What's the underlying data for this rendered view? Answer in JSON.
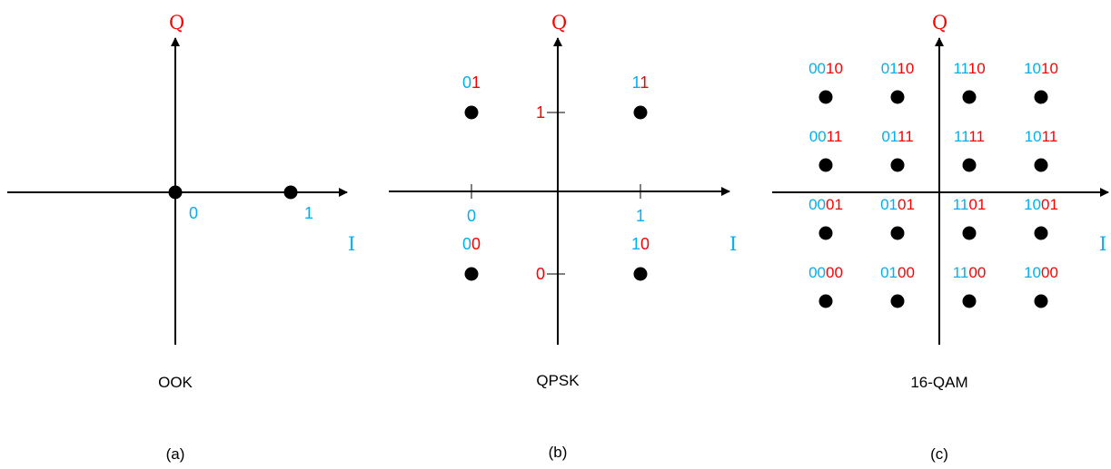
{
  "colors": {
    "axis": "#000000",
    "point": "#000000",
    "axis_label": "#ff0000",
    "bit_first": "#00b0f0",
    "bit_second": "#ff0000",
    "caption": "#000000"
  },
  "panels": [
    {
      "id": "a",
      "title": "OOK",
      "caption": "(a)",
      "axis_labels": {
        "x": "I",
        "y": "Q"
      },
      "tick_labels": {
        "x": [],
        "y": []
      },
      "points": [
        {
          "i": 0,
          "q": 0,
          "code": [
            {
              "text": "0",
              "color_role": "bit_first"
            }
          ]
        },
        {
          "i": 1,
          "q": 0,
          "code": [
            {
              "text": "1",
              "color_role": "bit_first"
            }
          ]
        }
      ]
    },
    {
      "id": "b",
      "title": "QPSK",
      "caption": "(b)",
      "axis_labels": {
        "x": "I",
        "y": "Q"
      },
      "tick_labels": {
        "x": [
          {
            "value": 0,
            "text": "0"
          },
          {
            "value": 1,
            "text": "1"
          }
        ],
        "y": [
          {
            "value": 1,
            "text": "1"
          },
          {
            "value": 0,
            "text": "0"
          }
        ]
      },
      "points": [
        {
          "i": 0,
          "q": 1,
          "code": [
            {
              "text": "0",
              "color_role": "bit_first"
            },
            {
              "text": "1",
              "color_role": "bit_second"
            }
          ]
        },
        {
          "i": 1,
          "q": 1,
          "code": [
            {
              "text": "1",
              "color_role": "bit_first"
            },
            {
              "text": "1",
              "color_role": "bit_second"
            }
          ]
        },
        {
          "i": 0,
          "q": 0,
          "code": [
            {
              "text": "0",
              "color_role": "bit_first"
            },
            {
              "text": "0",
              "color_role": "bit_second"
            }
          ]
        },
        {
          "i": 1,
          "q": 0,
          "code": [
            {
              "text": "1",
              "color_role": "bit_first"
            },
            {
              "text": "0",
              "color_role": "bit_second"
            }
          ]
        }
      ]
    },
    {
      "id": "c",
      "title": "16-QAM",
      "caption": "(c)",
      "axis_labels": {
        "x": "I",
        "y": "Q"
      },
      "tick_labels": {
        "x": [],
        "y": []
      },
      "points": [
        {
          "i": 0,
          "q": 3,
          "code": [
            {
              "text": "00",
              "color_role": "bit_first"
            },
            {
              "text": "10",
              "color_role": "bit_second"
            }
          ]
        },
        {
          "i": 1,
          "q": 3,
          "code": [
            {
              "text": "01",
              "color_role": "bit_first"
            },
            {
              "text": "10",
              "color_role": "bit_second"
            }
          ]
        },
        {
          "i": 2,
          "q": 3,
          "code": [
            {
              "text": "11",
              "color_role": "bit_first"
            },
            {
              "text": "10",
              "color_role": "bit_second"
            }
          ]
        },
        {
          "i": 3,
          "q": 3,
          "code": [
            {
              "text": "10",
              "color_role": "bit_first"
            },
            {
              "text": "10",
              "color_role": "bit_second"
            }
          ]
        },
        {
          "i": 0,
          "q": 2,
          "code": [
            {
              "text": "00",
              "color_role": "bit_first"
            },
            {
              "text": "11",
              "color_role": "bit_second"
            }
          ]
        },
        {
          "i": 1,
          "q": 2,
          "code": [
            {
              "text": "01",
              "color_role": "bit_first"
            },
            {
              "text": "11",
              "color_role": "bit_second"
            }
          ]
        },
        {
          "i": 2,
          "q": 2,
          "code": [
            {
              "text": "11",
              "color_role": "bit_first"
            },
            {
              "text": "11",
              "color_role": "bit_second"
            }
          ]
        },
        {
          "i": 3,
          "q": 2,
          "code": [
            {
              "text": "10",
              "color_role": "bit_first"
            },
            {
              "text": "11",
              "color_role": "bit_second"
            }
          ]
        },
        {
          "i": 0,
          "q": 1,
          "code": [
            {
              "text": "00",
              "color_role": "bit_first"
            },
            {
              "text": "01",
              "color_role": "bit_second"
            }
          ]
        },
        {
          "i": 1,
          "q": 1,
          "code": [
            {
              "text": "01",
              "color_role": "bit_first"
            },
            {
              "text": "01",
              "color_role": "bit_second"
            }
          ]
        },
        {
          "i": 2,
          "q": 1,
          "code": [
            {
              "text": "11",
              "color_role": "bit_first"
            },
            {
              "text": "01",
              "color_role": "bit_second"
            }
          ]
        },
        {
          "i": 3,
          "q": 1,
          "code": [
            {
              "text": "10",
              "color_role": "bit_first"
            },
            {
              "text": "01",
              "color_role": "bit_second"
            }
          ]
        },
        {
          "i": 0,
          "q": 0,
          "code": [
            {
              "text": "00",
              "color_role": "bit_first"
            },
            {
              "text": "00",
              "color_role": "bit_second"
            }
          ]
        },
        {
          "i": 1,
          "q": 0,
          "code": [
            {
              "text": "01",
              "color_role": "bit_first"
            },
            {
              "text": "00",
              "color_role": "bit_second"
            }
          ]
        },
        {
          "i": 2,
          "q": 0,
          "code": [
            {
              "text": "11",
              "color_role": "bit_first"
            },
            {
              "text": "00",
              "color_role": "bit_second"
            }
          ]
        },
        {
          "i": 3,
          "q": 0,
          "code": [
            {
              "text": "10",
              "color_role": "bit_first"
            },
            {
              "text": "00",
              "color_role": "bit_second"
            }
          ]
        }
      ]
    }
  ]
}
